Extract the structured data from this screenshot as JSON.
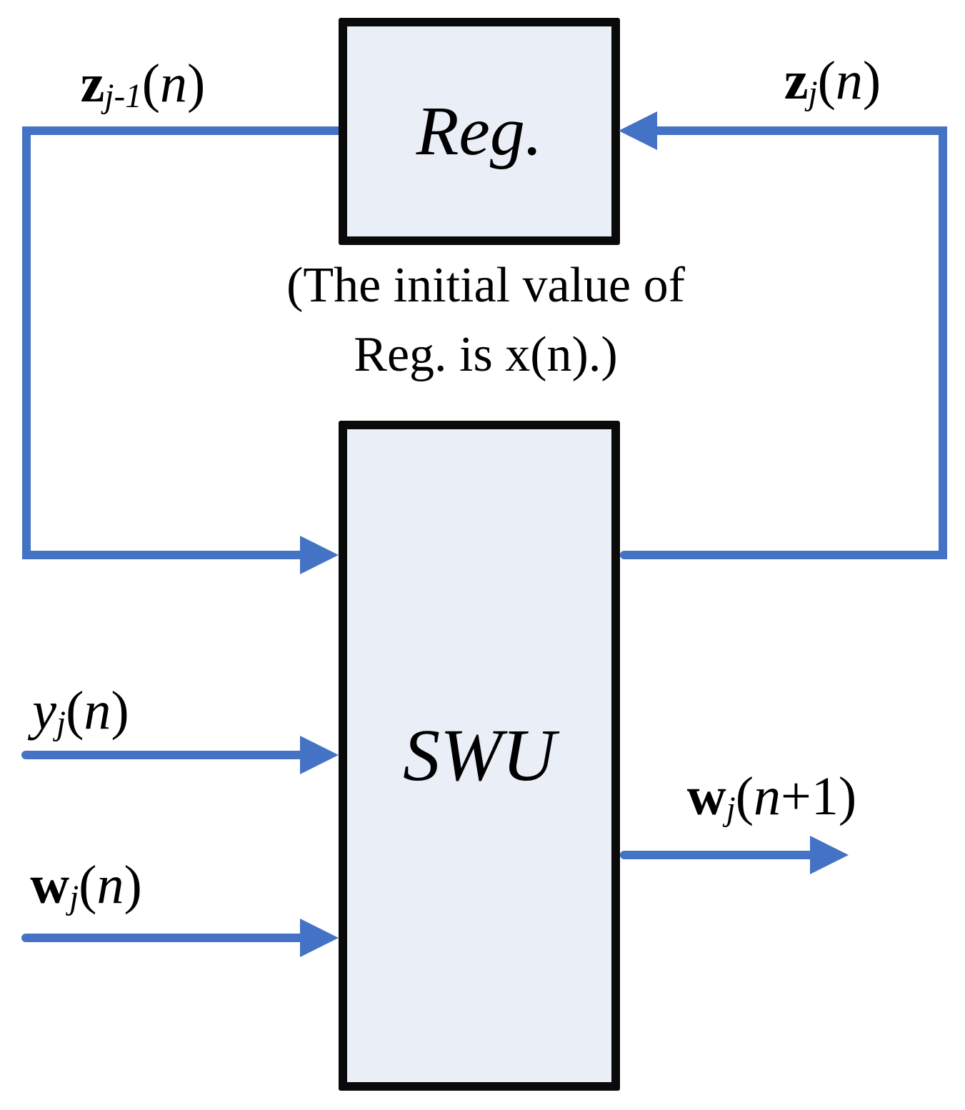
{
  "diagram": {
    "blocks": {
      "reg": {
        "label": "Reg."
      },
      "swu": {
        "label": "SWU"
      }
    },
    "note": {
      "line1": "(The initial value of",
      "line2": "Reg. is x(n).)"
    },
    "labels": {
      "z_prev": {
        "vec": "z",
        "sub": "j-1",
        "open": "(",
        "arg": "n",
        "close": ")"
      },
      "z_cur": {
        "vec": "z",
        "sub": "j",
        "open": "(",
        "arg": "n",
        "close": ")"
      },
      "y_in": {
        "var": "y",
        "sub": "j",
        "open": "(",
        "arg": "n",
        "close": ")"
      },
      "w_in": {
        "vec": "w",
        "sub": "j",
        "open": "(",
        "arg": "n",
        "close": ")"
      },
      "w_out": {
        "vec": "w",
        "sub": "j",
        "open": "(",
        "arg": "n",
        "suffix": "+1",
        "close": ")"
      }
    },
    "colors": {
      "arrow_blue": "#4472C4",
      "block_fill": "#E9EEF7",
      "block_border": "#0a0a0a"
    }
  }
}
